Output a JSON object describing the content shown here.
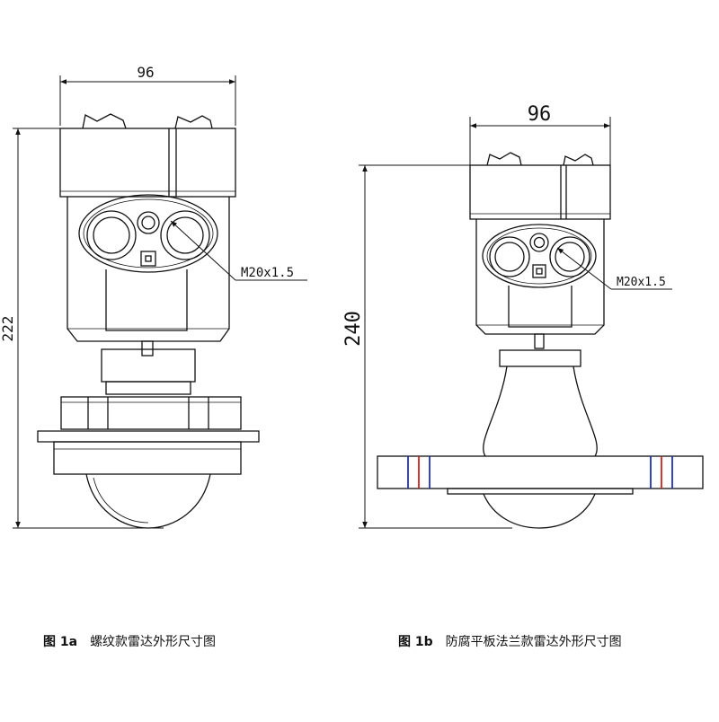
{
  "figure_a": {
    "width_dim": "96",
    "height_dim": "222",
    "thread_label": "M20x1.5",
    "caption_number": "图 1a",
    "caption_text": "螺纹款雷达外形尺寸图"
  },
  "figure_b": {
    "width_dim": "96",
    "height_dim": "240",
    "thread_label": "M20x1.5",
    "caption_number": "图 1b",
    "caption_text": "防腐平板法兰款雷达外形尺寸图"
  },
  "colors": {
    "line": "#111111",
    "flange_mark_blue": "#1f2fbf",
    "flange_mark_red": "#d02020"
  }
}
